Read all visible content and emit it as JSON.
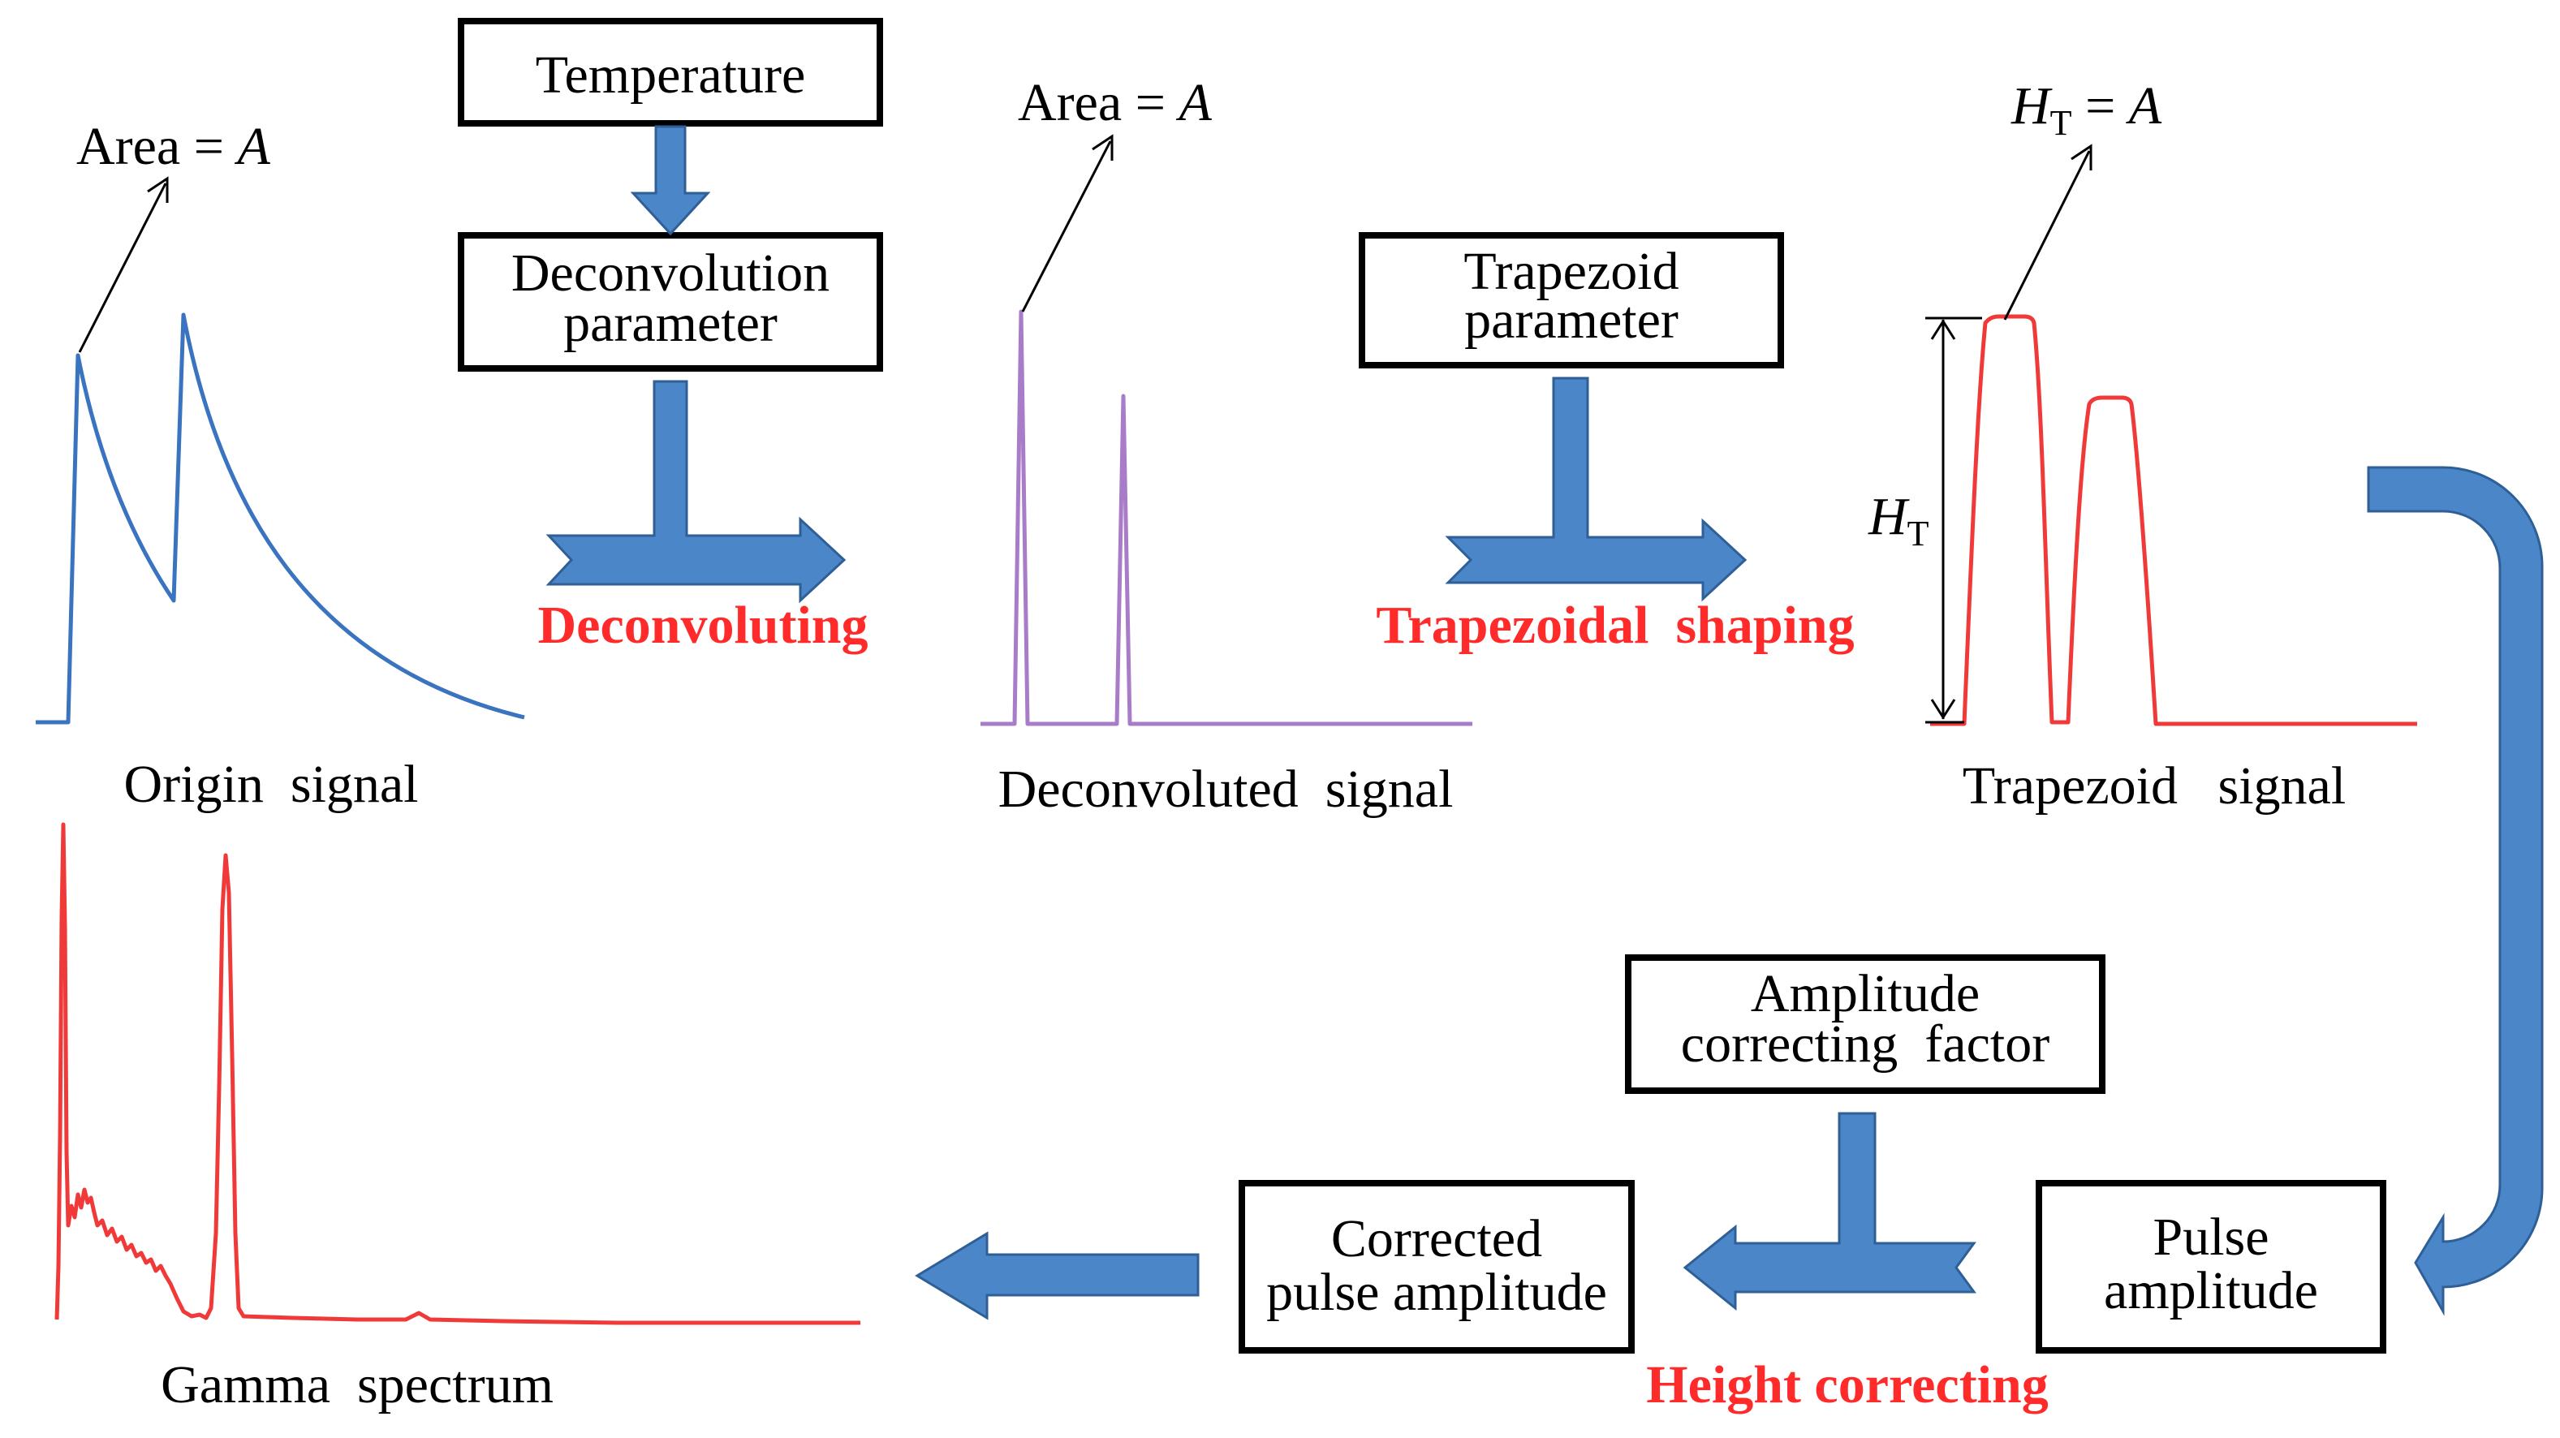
{
  "boxes": {
    "temperature": "Temperature",
    "deconvolution_parameter": [
      "Deconvolution",
      "parameter"
    ],
    "trapezoid_parameter": [
      "Trapezoid",
      "parameter"
    ],
    "amplitude_correcting_factor": [
      "Amplitude",
      "correcting  factor"
    ],
    "pulse_amplitude": [
      "Pulse",
      "amplitude"
    ],
    "corrected_pulse_amplitude": [
      "Corrected",
      "pulse amplitude"
    ]
  },
  "steps": {
    "deconvoluting": "Deconvoluting",
    "trapezoidal_shaping": "Trapezoidal  shaping",
    "height_correcting": "Height correcting"
  },
  "captions": {
    "origin_signal": "Origin  signal",
    "deconvoluted_signal": "Deconvoluted  signal",
    "trapezoid_signal": "Trapezoid   signal",
    "gamma_spectrum": "Gamma  spectrum"
  },
  "annotations": {
    "area_word": "Area",
    "equals": " = ",
    "area_symbol": "A",
    "height_symbol": "H",
    "height_subscript": "T"
  },
  "colors": {
    "arrow_fill": "#4a86c8",
    "step_text": "#ff2b2b",
    "origin_signal": "#3a73c0",
    "deconvoluted_signal": "#a87cc8",
    "trapezoid_signal": "#f03a3a",
    "gamma_spectrum": "#f03a3a"
  }
}
